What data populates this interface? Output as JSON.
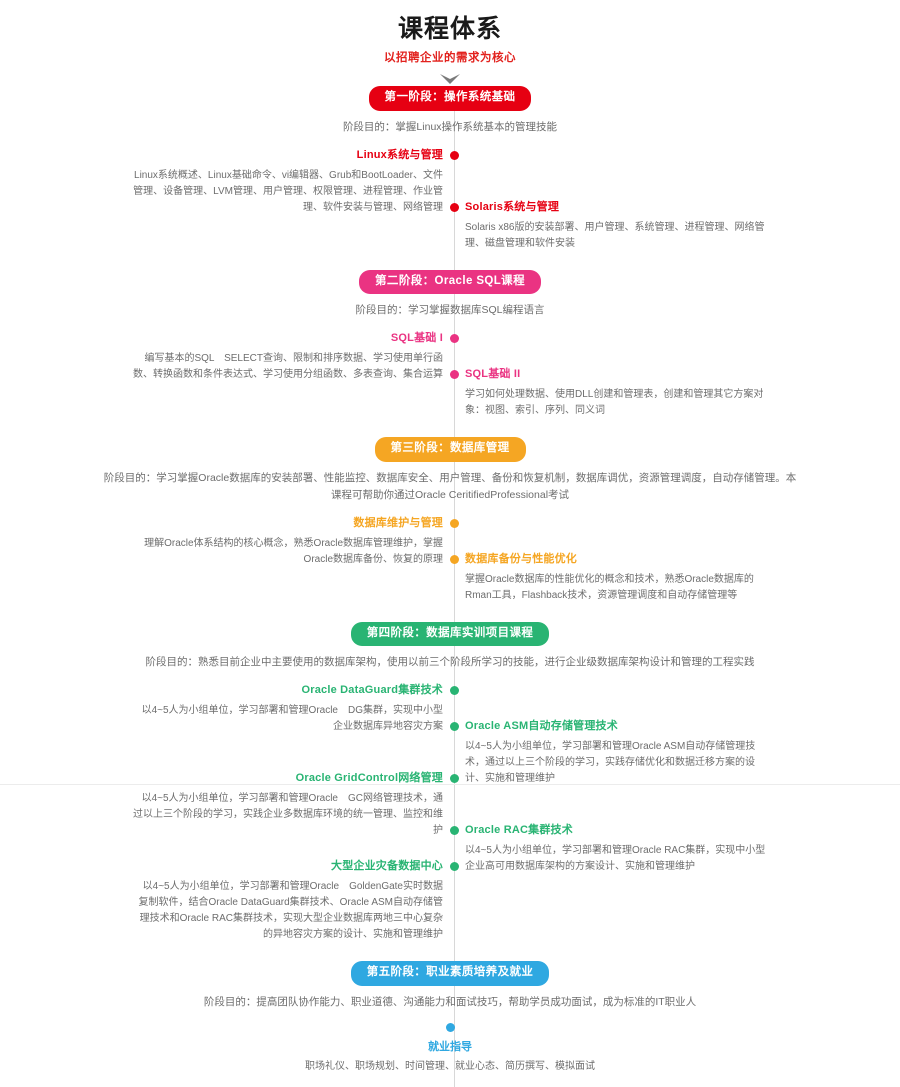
{
  "header": {
    "title": "课程体系",
    "subtitle": "以招聘企业的需求为核心",
    "arrow_icon": "chevron-down-icon"
  },
  "colors": {
    "stage1": "#e60012",
    "stage2": "#ea3382",
    "stage3": "#f5a623",
    "stage4": "#29b473",
    "stage5": "#2fa8e1",
    "axis": "#d8d8d8",
    "title": "#1a1a1a",
    "subtitle": "#e2221e",
    "body_text": "#6d6d6d"
  },
  "stages": [
    {
      "badge": "第一阶段：操作系统基础",
      "color": "#e60012",
      "goal": "阶段目的：掌握Linux操作系统基本的管理技能",
      "courses": [
        {
          "side": "left",
          "name": "Linux系统与管理",
          "desc": "Linux系统概述、Linux基础命令、vi编辑器、Grub和BootLoader、文件管理、设备管理、LVM管理、用户管理、权限管理、进程管理、作业管理、软件安装与管理、网络管理"
        },
        {
          "side": "right",
          "name": "Solaris系统与管理",
          "desc": "Solaris  x86版的安装部署、用户管理、系统管理、进程管理、网络管理、磁盘管理和软件安装"
        }
      ]
    },
    {
      "badge": "第二阶段：Oracle SQL课程",
      "color": "#ea3382",
      "goal": "阶段目的：学习掌握数据库SQL编程语言",
      "courses": [
        {
          "side": "left",
          "name": "SQL基础 I",
          "desc": "编写基本的SQL　SELECT查询、限制和排序数据、学习使用单行函数、转换函数和条件表达式、学习使用分组函数、多表查询、集合运算"
        },
        {
          "side": "right",
          "name": "SQL基础 II",
          "desc": "学习如何处理数据、使用DLL创建和管理表，创建和管理其它方案对象：视图、索引、序列、同义词"
        }
      ]
    },
    {
      "badge": "第三阶段：数据库管理",
      "color": "#f5a623",
      "goal": "阶段目的：学习掌握Oracle数据库的安装部署、性能监控、数据库安全、用户管理、备份和恢复机制，数据库调优，资源管理调度，自动存储管理。本课程可帮助你通过Oracle CeritifiedProfessional考试",
      "courses": [
        {
          "side": "left",
          "name": "数据库维护与管理",
          "desc": "理解Oracle体系结构的核心概念，熟悉Oracle数据库管理维护，掌握Oracle数据库备份、恢复的原理"
        },
        {
          "side": "right",
          "name": "数据库备份与性能优化",
          "desc": "掌握Oracle数据库的性能优化的概念和技术，熟悉Oracle数据库的Rman工具，Flashback技术，资源管理调度和自动存储管理等"
        }
      ]
    },
    {
      "badge": "第四阶段：数据库实训项目课程",
      "color": "#29b473",
      "goal": "阶段目的：熟悉目前企业中主要使用的数据库架构，使用以前三个阶段所学习的技能，进行企业级数据库架构设计和管理的工程实践",
      "courses": [
        {
          "side": "left",
          "name": "Oracle DataGuard集群技术",
          "desc": "以4~5人为小组单位，学习部署和管理Oracle　DG集群，实现中小型企业数据库异地容灾方案"
        },
        {
          "side": "right",
          "name": "Oracle ASM自动存储管理技术",
          "desc": "以4~5人为小组单位，学习部署和管理Oracle ASM自动存储管理技术，通过以上三个阶段的学习，实践存储优化和数据迁移方案的设计、实施和管理维护"
        },
        {
          "side": "left",
          "name": "Oracle GridControl网络管理",
          "desc": "以4~5人为小组单位，学习部署和管理Oracle　GC网络管理技术，通过以上三个阶段的学习，实践企业多数据库环境的统一管理、监控和维护"
        },
        {
          "side": "right",
          "name": "Oracle RAC集群技术",
          "desc": "以4~5人为小组单位，学习部署和管理Oracle RAC集群，实现中小型企业高可用数据库架构的方案设计、实施和管理维护"
        },
        {
          "side": "left",
          "name": "大型企业灾备数据中心",
          "desc": "以4~5人为小组单位，学习部署和管理Oracle　GoldenGate实时数据复制软件，结合Oracle DataGuard集群技术、Oracle ASM自动存储管理技术和Oracle RAC集群技术，实现大型企业数据库两地三中心复杂的异地容灾方案的设计、实施和管理维护"
        }
      ]
    },
    {
      "badge": "第五阶段：职业素质培养及就业",
      "color": "#2fa8e1",
      "goal": "阶段目的：提高团队协作能力、职业道德、沟通能力和面试技巧，帮助学员成功面试，成为标准的IT职业人",
      "courses": [
        {
          "side": "center",
          "name": "就业指导",
          "desc": "职场礼仪、职场规划、时间管理、就业心态、简历撰写、模拟面试"
        }
      ]
    }
  ]
}
